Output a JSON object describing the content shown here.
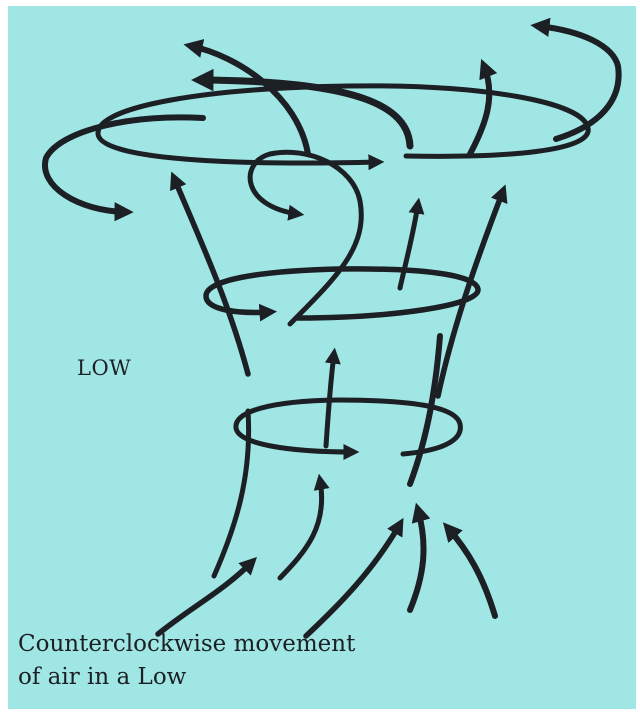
{
  "figure": {
    "label": "LOW",
    "caption_lines": [
      "Counterclockwise movement",
      "of air in a Low"
    ]
  },
  "colors": {
    "background": "#9fe6e4",
    "ink": "#1c1f24"
  }
}
